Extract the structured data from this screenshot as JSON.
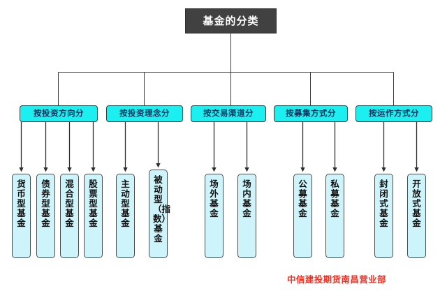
{
  "diagram": {
    "title": "基金的分类",
    "root": {
      "label": "基金的分类"
    },
    "groups": [
      {
        "label": "按投资方向分"
      },
      {
        "label": "按投资理念分"
      },
      {
        "label": "按交易渠道分"
      },
      {
        "label": "按募集方式分"
      },
      {
        "label": "按运作方式分"
      }
    ],
    "leaves": [
      {
        "label": "货币型基金",
        "group": "按投资方向分"
      },
      {
        "label": "债券型基金",
        "group": "按投资方向分"
      },
      {
        "label": "混合型基金",
        "group": "按投资方向分"
      },
      {
        "label": "股票型基金",
        "group": "按投资方向分"
      },
      {
        "label": "主动型基金",
        "group": "按投资理念分"
      },
      {
        "label": "被动型（指数）基金",
        "group": "按投资理念分"
      },
      {
        "label": "场外基金",
        "group": "按交易渠道分"
      },
      {
        "label": "场内基金",
        "group": "按交易渠道分"
      },
      {
        "label": "公募基金",
        "group": "按募集方式分"
      },
      {
        "label": "私募基金",
        "group": "按募集方式分"
      },
      {
        "label": "封闭式基金",
        "group": "按运作方式分"
      },
      {
        "label": "开放式基金",
        "group": "按运作方式分"
      }
    ],
    "footer": {
      "text": "中信建投期货南昌营业部"
    },
    "colors": {
      "root_fill": "#414141",
      "root_text": "#ffffff",
      "group_fill": "#1BEFEF",
      "group_text": "#10305c",
      "leaf_fill": "#CCF4FA",
      "leaf_text": "#111111",
      "connector": "#3a3a3a",
      "footer_text": "#EE3124",
      "background": "#ffffff"
    }
  }
}
